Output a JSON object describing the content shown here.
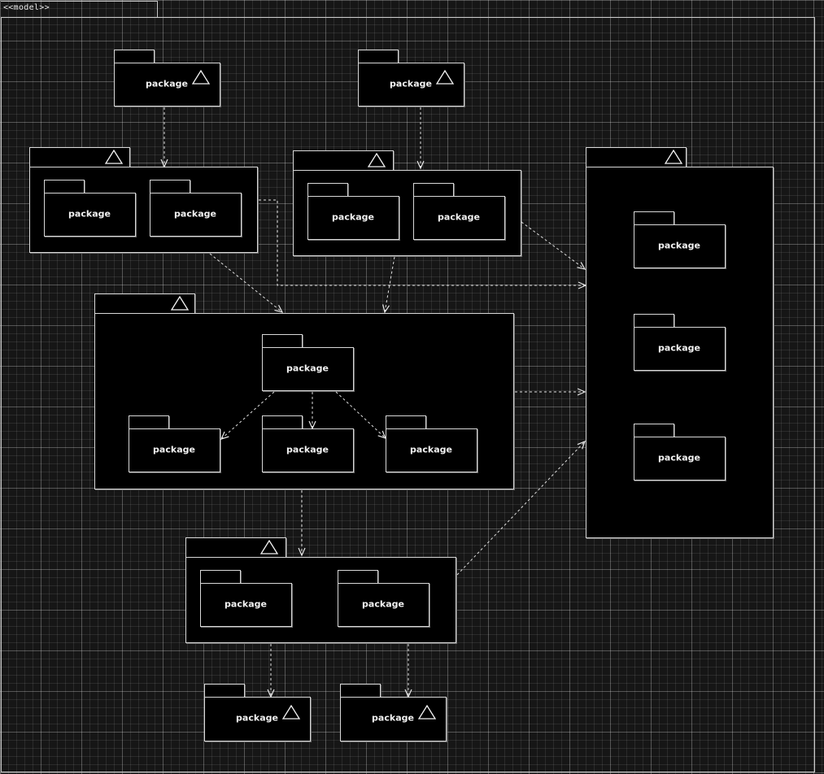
{
  "frame": {
    "label": "<<model>>"
  },
  "package_label": "package",
  "colors": {
    "background": "#161616",
    "box_fill": "#000000",
    "stroke": "#d8d8d8"
  },
  "icons": {
    "container": "triangle-icon",
    "dependency": "dashed-arrow"
  }
}
